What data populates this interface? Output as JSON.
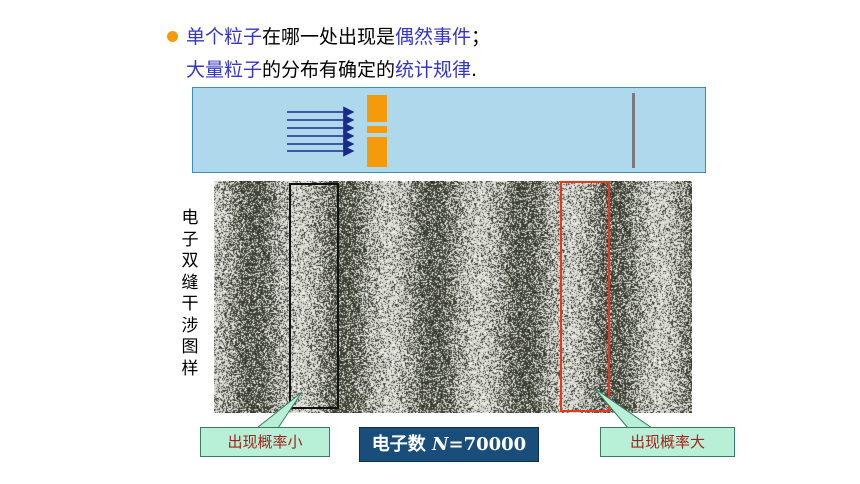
{
  "text": {
    "line1": {
      "hl1": "单个粒子",
      "plain1": "在哪一处出现是",
      "hl2": "偶然事件",
      "plain2": "；"
    },
    "line2": {
      "hl1": "大量粒子",
      "plain1": "的分布有确定的",
      "hl2": "统计规律",
      "plain2": "."
    }
  },
  "vertical_label": [
    "电",
    "子",
    "双",
    "缝",
    "干",
    "涉",
    "图",
    "样"
  ],
  "callouts": {
    "low": "出现概率小",
    "high": "出现概率大"
  },
  "electron_count": {
    "prefix": "电子数 ",
    "var": "N",
    "value": "=70000"
  },
  "colors": {
    "highlight": "#3434c6",
    "bullet": "#f59a0a",
    "apparatus_bg": "#aed9ec",
    "slit": "#f59a0a",
    "arrows": "#1a2a8a",
    "screen": "#7a7a7a",
    "low_box": "#111111",
    "high_box": "#e33a1f",
    "callout_bg": "#b8efd7",
    "callout_text": "#a3231b",
    "count_bg": "#1a4e7a"
  }
}
